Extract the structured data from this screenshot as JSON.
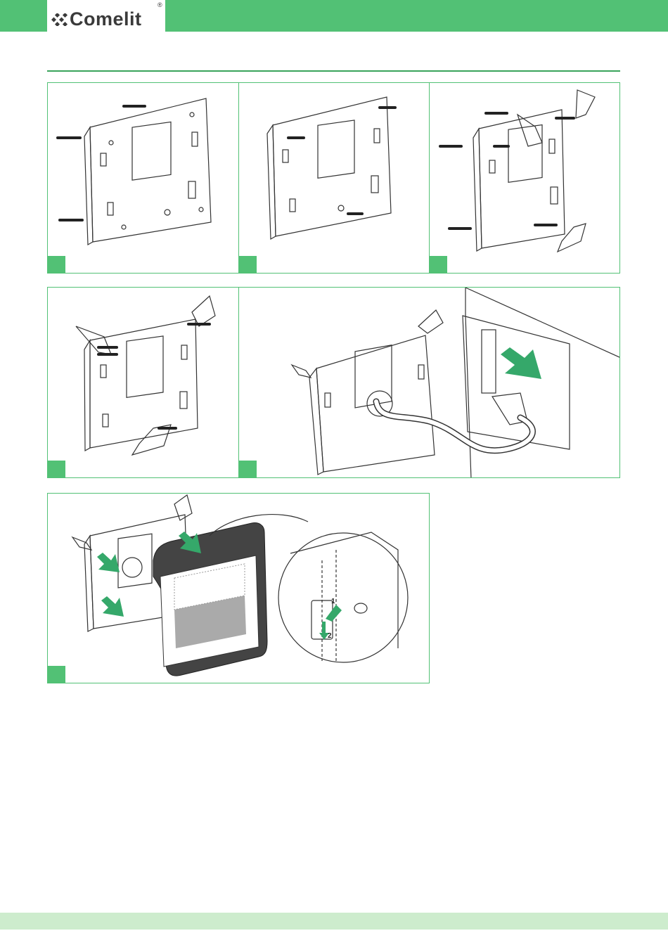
{
  "brand": {
    "name": "Comelit",
    "registered_mark": "®",
    "color_primary": "#52c175",
    "color_footer": "#cdeccd",
    "color_step_tag": "#52c175",
    "color_text": "#3a3a3a",
    "color_rule": "#3aa35b"
  },
  "figures": [
    {
      "step": "",
      "description_icon": "wall-plate-screws-icon"
    },
    {
      "step": "",
      "description_icon": "wall-plate-screwed-icon"
    },
    {
      "step": "",
      "description_icon": "wall-plate-clips-icon"
    },
    {
      "step": "",
      "description_icon": "wall-plate-clips-fitted-icon"
    },
    {
      "step": "",
      "description_icon": "cable-connection-icon"
    },
    {
      "step": "",
      "description_icon": "monitor-mount-icon"
    }
  ],
  "detail_labels": {
    "first": "1",
    "second": "2"
  }
}
